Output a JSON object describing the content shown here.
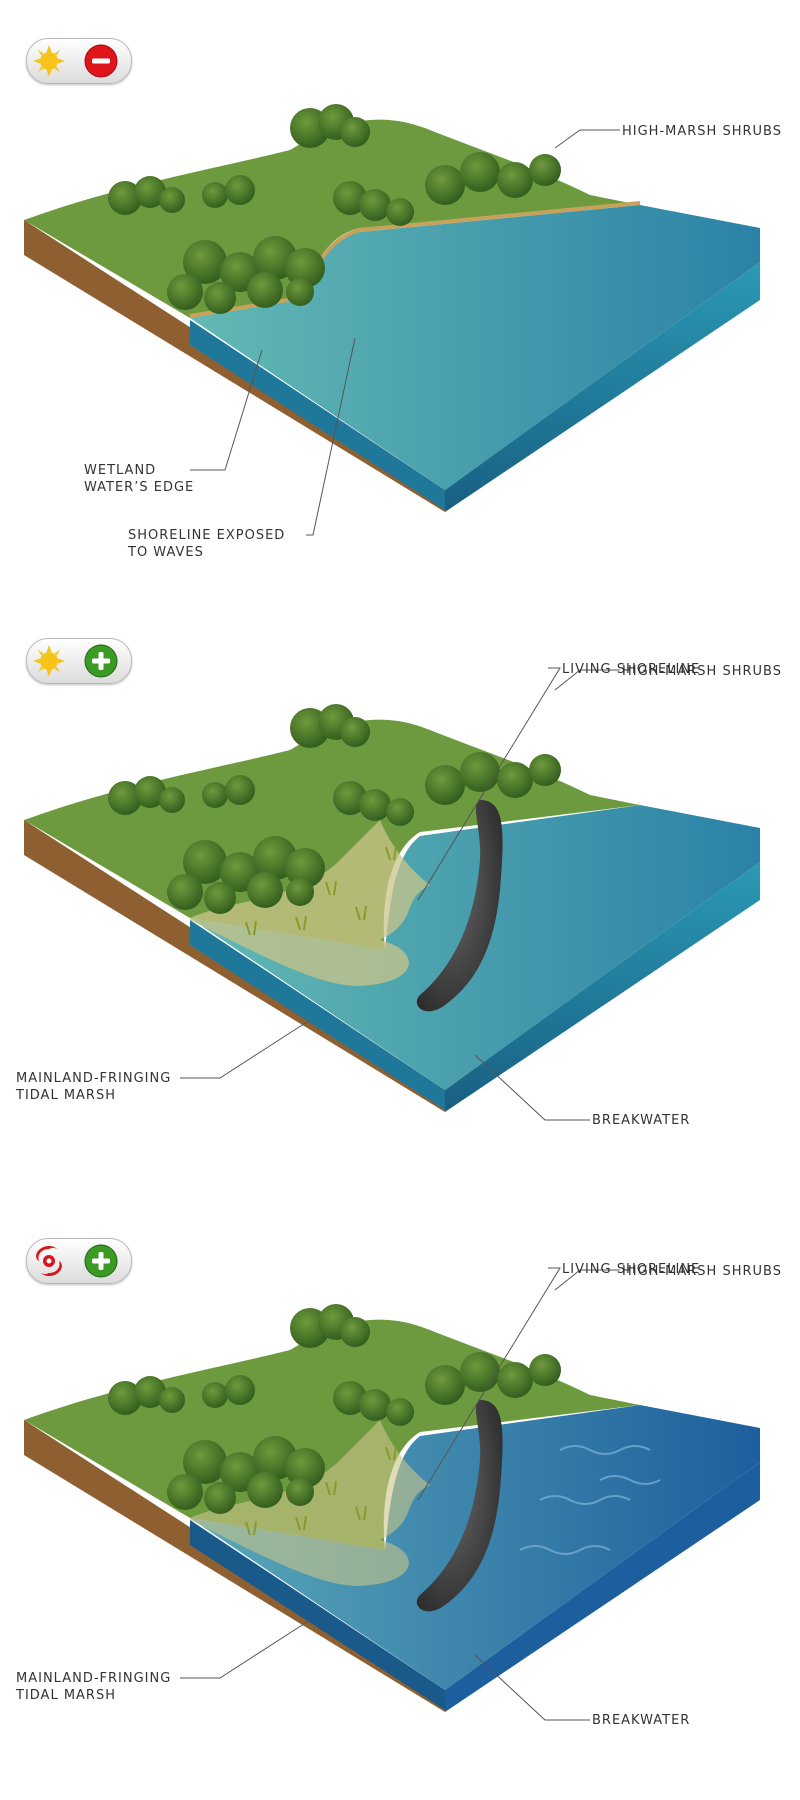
{
  "panels": [
    {
      "condition_icons": [
        "sun-icon",
        "minus-icon"
      ],
      "labels": {
        "high_marsh": "HIGH-MARSH SHRUBS",
        "wetland_line1": "WETLAND",
        "wetland_line2": "WATER’S EDGE",
        "shoreline_line1": "SHORELINE EXPOSED",
        "shoreline_line2": "TO WAVES"
      }
    },
    {
      "condition_icons": [
        "sun-icon",
        "plus-icon"
      ],
      "labels": {
        "living_shoreline": "LIVING SHORELINE",
        "high_marsh": "HIGH-MARSH SHRUBS",
        "tidal_line1": "MAINLAND-FRINGING",
        "tidal_line2": "TIDAL MARSH",
        "breakwater": "BREAKWATER"
      }
    },
    {
      "condition_icons": [
        "storm-icon",
        "plus-icon"
      ],
      "labels": {
        "living_shoreline": "LIVING SHORELINE",
        "high_marsh": "HIGH-MARSH SHRUBS",
        "tidal_line1": "MAINLAND-FRINGING",
        "tidal_line2": "TIDAL MARSH",
        "breakwater": "BREAKWATER"
      }
    }
  ],
  "colors": {
    "grass": "#6e9a3f",
    "soil": "#9a6a3a",
    "water": "#2f8aa8",
    "shallow_water": "#5fb3b3",
    "minus": "#e0141b",
    "plus": "#3a9a24",
    "sun": "#f6c318",
    "storm": "#d9141b"
  }
}
